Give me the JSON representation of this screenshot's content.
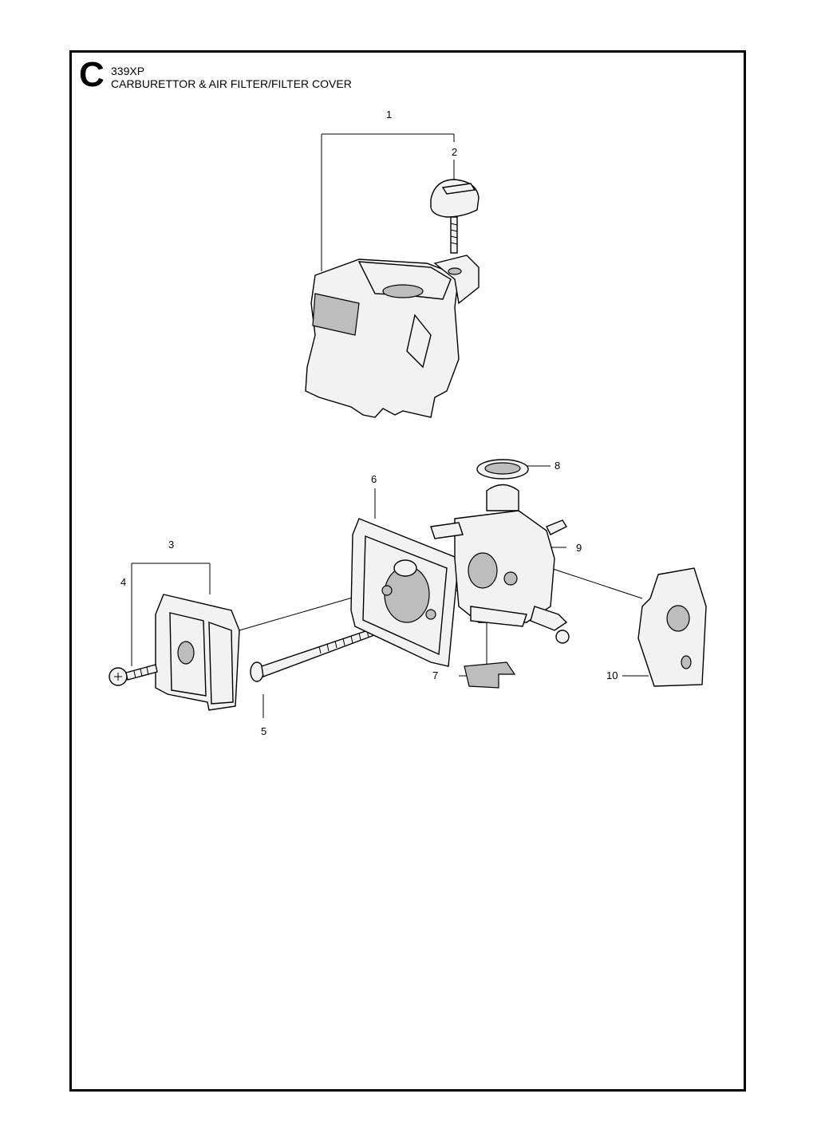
{
  "header": {
    "section_letter": "C",
    "model": "339XP",
    "title": "CARBURETTOR & AIR FILTER/FILTER COVER"
  },
  "callouts": [
    "1",
    "2",
    "3",
    "4",
    "5",
    "6",
    "7",
    "8",
    "9",
    "10"
  ]
}
